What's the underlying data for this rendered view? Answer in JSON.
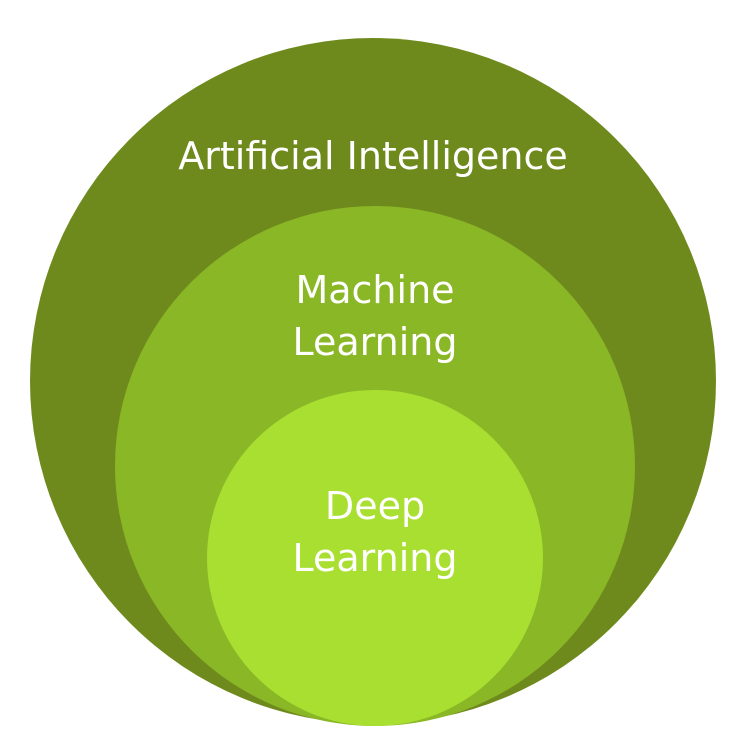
{
  "diagram": {
    "colors": {
      "outer": "#6f8a1c",
      "middle": "#8ab726",
      "inner": "#a8df30",
      "text": "#ffffff"
    },
    "rings": [
      {
        "label": "Artificial Intelligence"
      },
      {
        "label_lines": [
          "Machine",
          "Learning"
        ]
      },
      {
        "label_lines": [
          "Deep",
          "Learning"
        ]
      }
    ]
  }
}
